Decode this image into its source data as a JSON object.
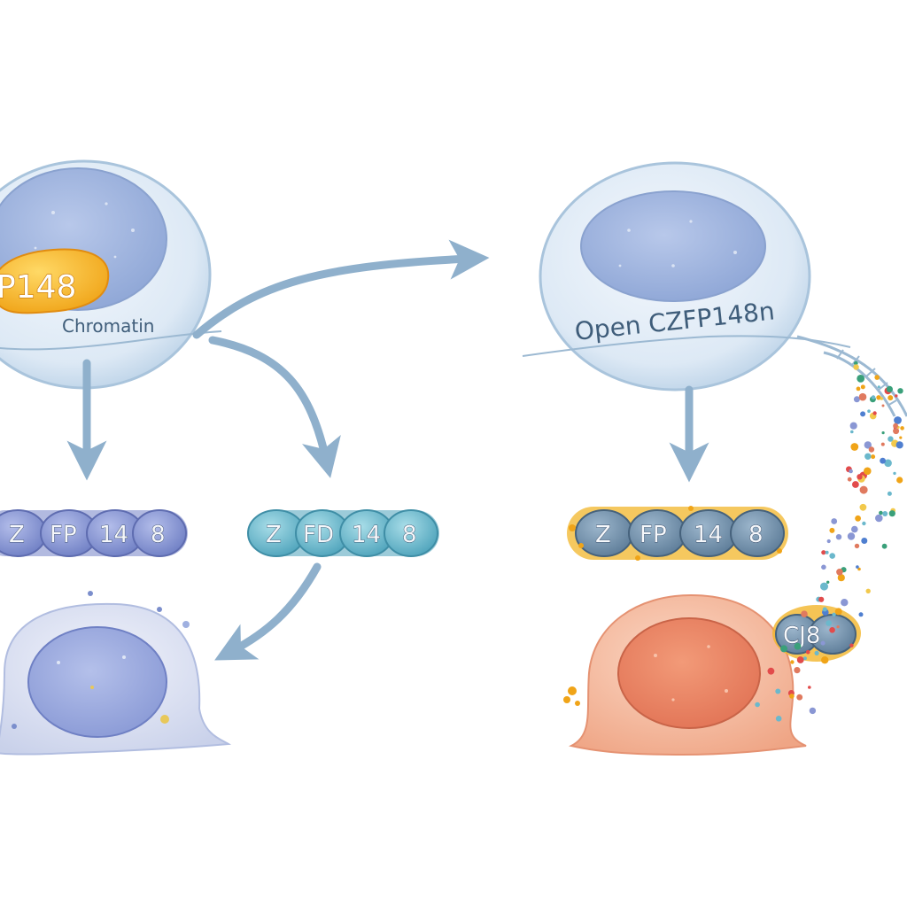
{
  "labels": {
    "left_cell_tag": "P148",
    "left_cell_text": "Chromatin",
    "right_cell_text": "Open CZFP148n",
    "bead_row_a": [
      "Z",
      "FP",
      "14",
      "8"
    ],
    "bead_row_b": [
      "Z",
      "FD",
      "14",
      "8"
    ],
    "bead_row_c": [
      "Z",
      "FP",
      "14",
      "8"
    ],
    "small_cluster": "CJ8"
  },
  "colors": {
    "arrow": "#8fb0cc",
    "cell_membrane": "#b8d0e6",
    "nucleus_blue": "#9fb4de",
    "bead_purple": "#8a97d4",
    "bead_teal": "#6bb8cc",
    "bead_gold": "#f0b020",
    "cell_orange": "#f0a888",
    "nucleus_orange": "#ec8a68",
    "cell_lavender": "#c8d0ea"
  },
  "icons": [
    "arrow-right",
    "arrow-down",
    "arrow-curve"
  ]
}
